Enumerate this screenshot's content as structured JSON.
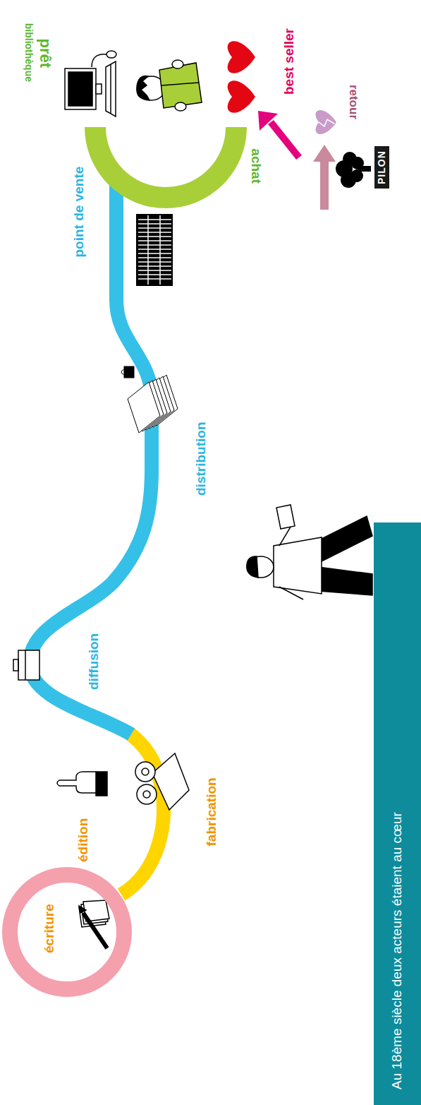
{
  "diagram": {
    "nodes": [
      {
        "text": [
          "écriture"
        ]
      },
      {
        "text": [
          "PILON"
        ]
      },
      {
        "text": [
          "Au 18ème siècle deux acteurs étaient au cœur"
        ]
      }
    ],
    "labels": [
      "édition",
      "fabrication",
      "diffusion",
      "distribution",
      "point de vente",
      "prêt",
      "bibliothèque",
      "achat",
      "best seller",
      "retour"
    ]
  }
}
